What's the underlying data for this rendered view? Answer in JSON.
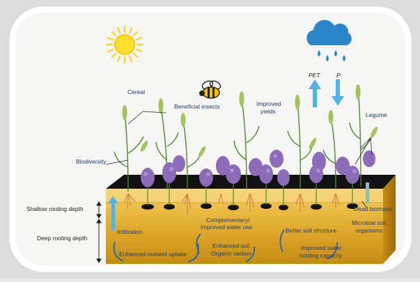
{
  "labels": {
    "cereal": "Cereal",
    "beneficial_insects": "Beneficial insects",
    "improved_yields_1": "Improved",
    "improved_yields_2": "yields",
    "legume": "Legume",
    "biodiversity": "Biodiversity",
    "pet": "PET",
    "p": "P",
    "shallow_rooting_depth": "Shallow rooting depth",
    "deep_rooting_depth": "Deep rooting depth",
    "infiltration": "Infiltration",
    "complementary_1": "Complementary/",
    "complementary_2": "improved water use",
    "better_soil_structure": "Better soil structure",
    "microbial_1": "Microbial soil",
    "microbial_2": "organisms",
    "dead_biomass": "Dead biomass",
    "enhanced_nutrient_uptake": "Enhanced nutrient uptake",
    "enhanced_soil_1": "Enhanced soil",
    "enhanced_soil_2": "Organic carbon",
    "improved_water_1": "Improved water",
    "improved_water_2": "holding capacity"
  },
  "colors": {
    "frame_border": "#ffffff",
    "soil_top": "#1a1a1a",
    "soil_layer_light": "#e4b53a",
    "soil_layer_dark": "#c08a16",
    "water_arrow": "#4fb3e6",
    "sun": "#ffd21a",
    "cloud": "#2b86c9",
    "label_text": "#1f3a6b"
  },
  "icons": [
    "sun-icon",
    "rain-cloud-icon",
    "bee-icon"
  ]
}
